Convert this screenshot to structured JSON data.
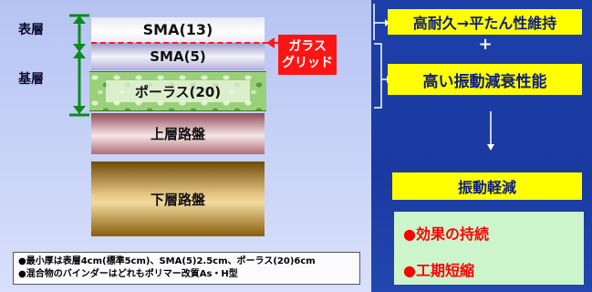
{
  "diagram": {
    "layer_labels": {
      "surface": "表層",
      "base": "基層"
    },
    "layers": {
      "sma13": "SMA(13)",
      "sma5": "SMA(5)",
      "porous": "ポーラス(20)",
      "upper_base": "上層路盤",
      "lower_base": "下層路盤"
    },
    "glass_grid": {
      "line1": "ガラス",
      "line2": "グリッド"
    },
    "notes": [
      "●最小厚は表層4cm(標準5cm)、SMA(5)2.5cm、ポーラス(20)6cm",
      "●混合物のバインダーはどれもポリマー改質As・H型"
    ],
    "colors": {
      "accent_red": "#ff1414",
      "arrow_green": "#0b8a1e",
      "highlight_yellow": "#ffff00",
      "text_navy": "#0d1b80"
    }
  },
  "effects": {
    "durability": "高耐久→平たん性維持",
    "plus": "+",
    "vibration_performance": "高い振動減衰性能",
    "vibration_reduction": "振動軽減",
    "benefits": [
      "●効果の持続",
      "●工期短縮"
    ]
  }
}
